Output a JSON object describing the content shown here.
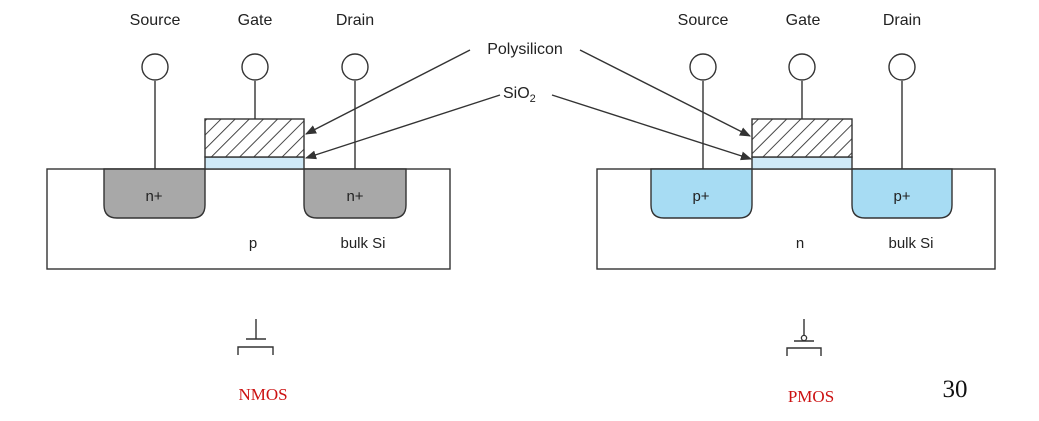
{
  "terminals": {
    "source": "Source",
    "gate": "Gate",
    "drain": "Drain"
  },
  "callouts": {
    "polysilicon": "Polysilicon",
    "oxide_base": "SiO",
    "oxide_sub": "2"
  },
  "nmos": {
    "source_region": "n+",
    "drain_region": "n+",
    "substrate": "p",
    "bulk": "bulk Si",
    "caption": "NMOS"
  },
  "pmos": {
    "source_region": "p+",
    "drain_region": "p+",
    "substrate": "n",
    "bulk": "bulk Si",
    "caption": "PMOS"
  },
  "page_number": "30",
  "colors": {
    "n_plus_fill": "#a8a8a8",
    "p_plus_fill": "#a7dcf3",
    "oxide_fill": "#cfe9f7",
    "caption_red": "#cc1111",
    "stroke": "#333333"
  }
}
